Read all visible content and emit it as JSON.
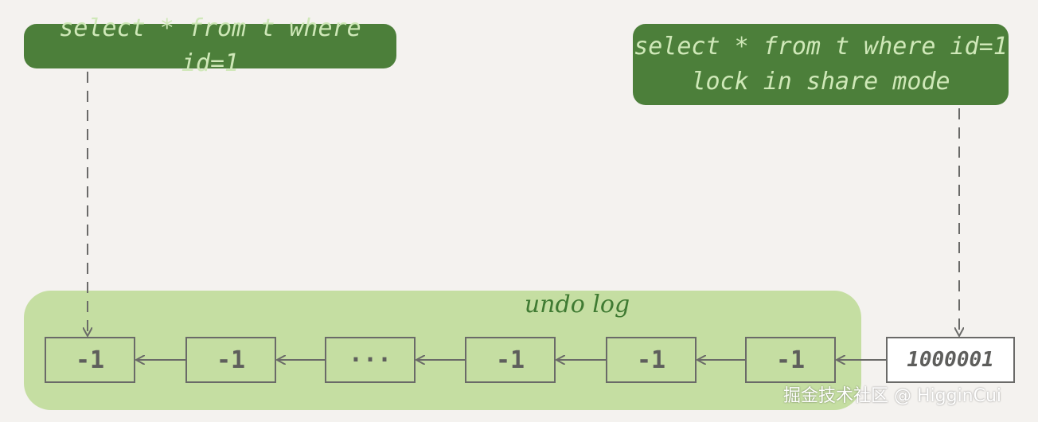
{
  "queries": {
    "left": {
      "lines": [
        "select * from t where id=1"
      ]
    },
    "right": {
      "lines": [
        "select * from t where id=1",
        "lock in share mode"
      ]
    }
  },
  "undo_log": {
    "label": "undo log",
    "versions": [
      "-1",
      "-1",
      "···",
      "-1",
      "-1",
      "-1"
    ]
  },
  "current_version": {
    "value": "1000001"
  },
  "watermark": "掘金技术社区 @ HigginCui",
  "colors": {
    "bubble": "#4c7f3a",
    "bubble_text": "#cfe8b8",
    "undo_area": "#c5dea2",
    "box_border": "#6a6a68"
  }
}
